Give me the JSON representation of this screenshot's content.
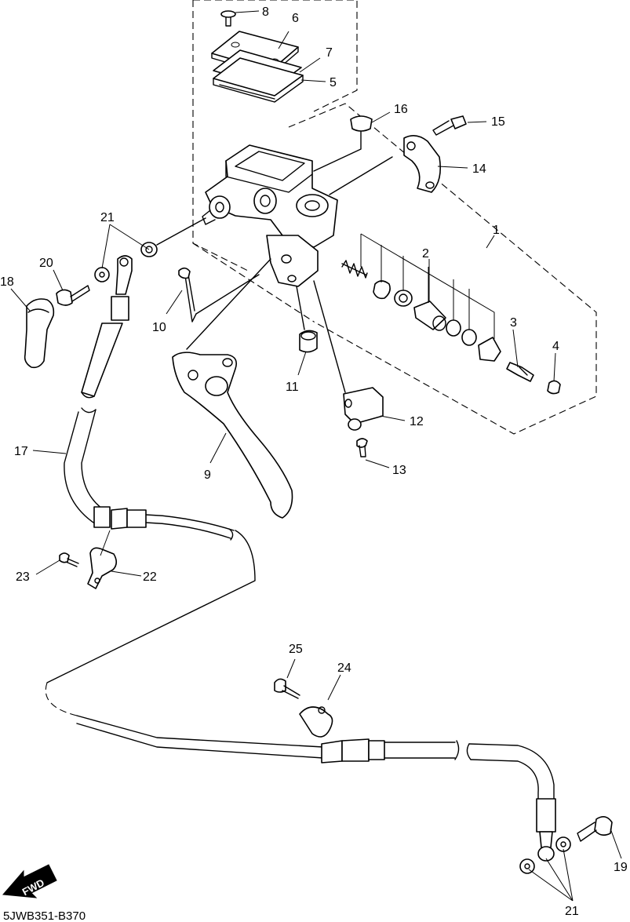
{
  "diagram": {
    "code": "5JWB351-B370",
    "fwd_text": "FWD",
    "callouts": [
      {
        "id": "c8",
        "text": "8"
      },
      {
        "id": "c6",
        "text": "6"
      },
      {
        "id": "c7",
        "text": "7"
      },
      {
        "id": "c5",
        "text": "5"
      },
      {
        "id": "c16",
        "text": "16"
      },
      {
        "id": "c15",
        "text": "15"
      },
      {
        "id": "c14",
        "text": "14"
      },
      {
        "id": "c1",
        "text": "1"
      },
      {
        "id": "c2",
        "text": "2"
      },
      {
        "id": "c3",
        "text": "3"
      },
      {
        "id": "c4",
        "text": "4"
      },
      {
        "id": "c21a",
        "text": "21"
      },
      {
        "id": "c20",
        "text": "20"
      },
      {
        "id": "c18",
        "text": "18"
      },
      {
        "id": "c10",
        "text": "10"
      },
      {
        "id": "c11",
        "text": "11"
      },
      {
        "id": "c12",
        "text": "12"
      },
      {
        "id": "c13",
        "text": "13"
      },
      {
        "id": "c9",
        "text": "9"
      },
      {
        "id": "c17",
        "text": "17"
      },
      {
        "id": "c23",
        "text": "23"
      },
      {
        "id": "c22",
        "text": "22"
      },
      {
        "id": "c25",
        "text": "25"
      },
      {
        "id": "c24",
        "text": "24"
      },
      {
        "id": "c19",
        "text": "19"
      },
      {
        "id": "c21b",
        "text": "21"
      }
    ]
  }
}
